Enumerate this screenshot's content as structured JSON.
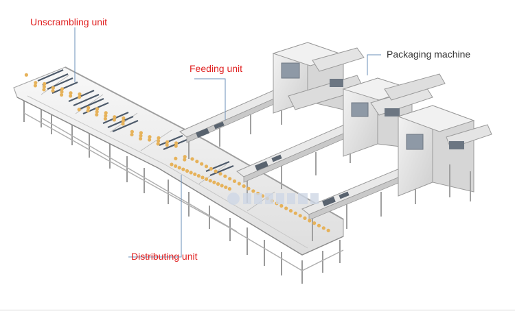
{
  "labels": {
    "unscrambling": "Unscrambling unit",
    "feeding": "Feeding unit",
    "packaging": "Packaging machine",
    "distributing": "Distributing unit"
  },
  "colors": {
    "label_red": "#e02020",
    "label_dark": "#333333",
    "leader_line": "#6a8fb8",
    "machine_frame": "#b9b9b9",
    "machine_body": "#e6e6e6",
    "product_dot": "#e6b25a",
    "watermark": "#cfd8e6"
  }
}
